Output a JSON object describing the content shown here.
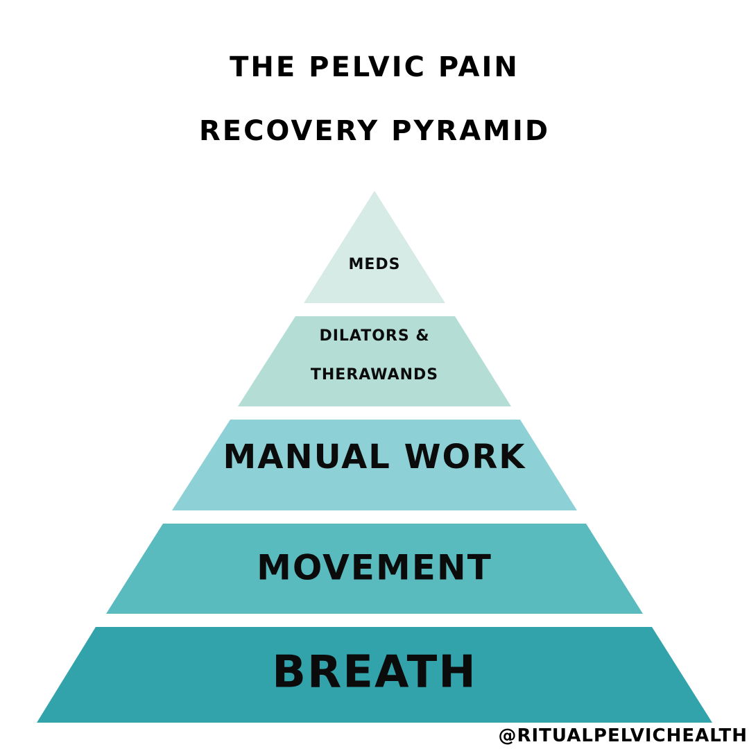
{
  "title": {
    "line1": "THE PELVIC PAIN",
    "line2": "RECOVERY PYRAMID"
  },
  "tiers": [
    {
      "lines": [
        "MEDS"
      ],
      "color": "#d6ebe5"
    },
    {
      "lines": [
        "DILATORS &",
        "THERAWANDS"
      ],
      "color": "#b4ddd6"
    },
    {
      "lines": [
        "MANUAL WORK"
      ],
      "color": "#8dd0d6"
    },
    {
      "lines": [
        "MOVEMENT"
      ],
      "color": "#5abbbf"
    },
    {
      "lines": [
        "BREATH"
      ],
      "color": "#33a3ab"
    }
  ],
  "handle": "@RITUALPELVICHEALTH"
}
